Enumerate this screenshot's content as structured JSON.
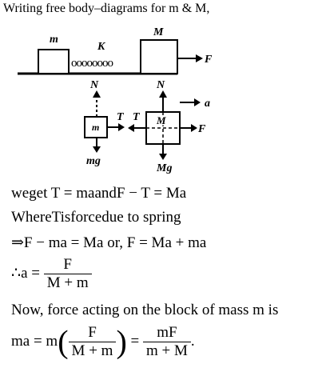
{
  "heading": "Writing free body–diagrams for m & M,",
  "diagram": {
    "top": {
      "mass_m_label": "m",
      "mass_M_label": "M",
      "spring_label": "K",
      "spring_coils": "oooooooo",
      "force_label": "F"
    },
    "fbd_m": {
      "box_label": "m",
      "normal_label": "N",
      "weight_label": "mg",
      "tension_label": "T"
    },
    "fbd_M": {
      "box_label": "M",
      "normal_label": "N",
      "weight_label": "Mg",
      "tension_label": "T",
      "force_label": "F",
      "accel_label": "a"
    }
  },
  "equations": {
    "line1": "weget T = maandF − T = Ma",
    "line2": "WhereTisforcedue to spring",
    "line3": "⇒F − ma = Ma or, F = Ma + ma",
    "line4_prefix": "∴a =",
    "line4_num": "F",
    "line4_den": "M + m",
    "line5": "Now, force acting on the block of mass m is",
    "line6_prefix": "ma = m",
    "line6_num1": "F",
    "line6_den1": "M + m",
    "line6_eq": "=",
    "line6_num2": "mF",
    "line6_den2": "m + M",
    "line6_end": "."
  }
}
